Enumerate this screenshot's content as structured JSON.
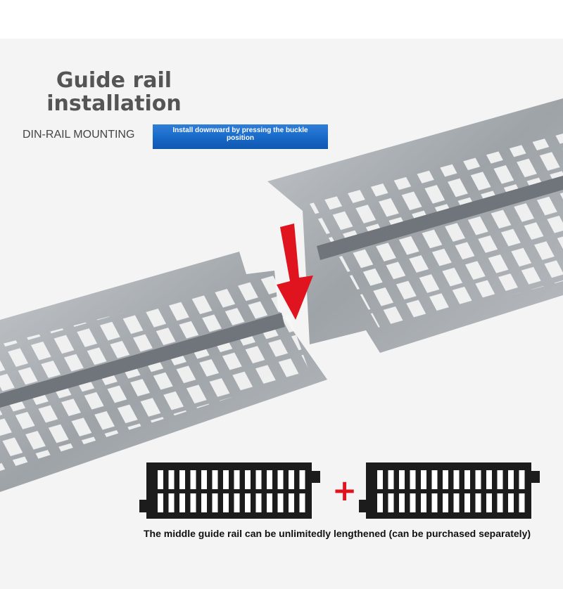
{
  "header": {
    "title_line1": "Guide rail",
    "title_line2": "installation",
    "subtitle": "DIN-RAIL MOUNTING",
    "badge_line1": "Install downward by pressing the buckle",
    "badge_line2": "position"
  },
  "footer": {
    "plus_symbol": "+",
    "caption": "The middle guide rail can be unlimitedly lengthened (can be purchased separately)"
  },
  "colors": {
    "arrow": "#e0141e",
    "badge": "#1666c5",
    "rail_metal": "#a9adb2",
    "rail_black": "#1c1c1c"
  }
}
